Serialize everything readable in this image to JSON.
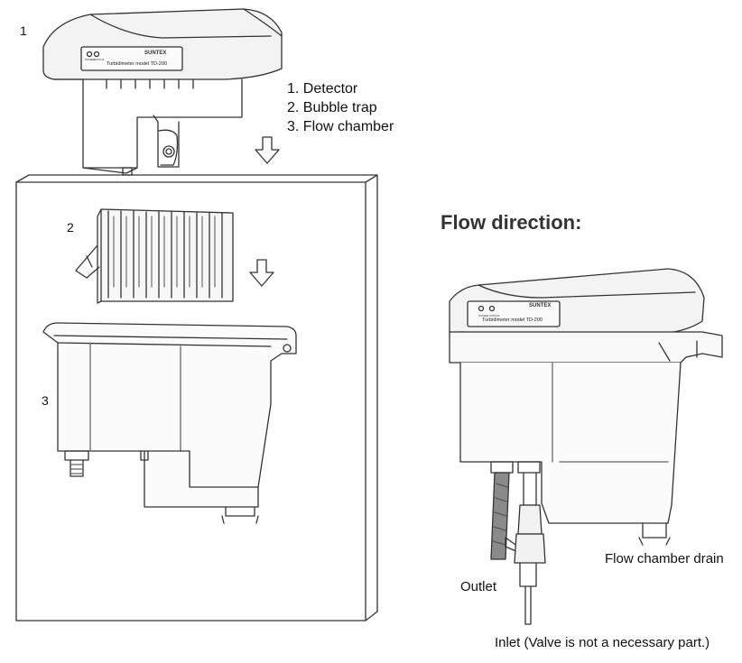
{
  "labels": {
    "detector_number": "1",
    "bubble_trap_number": "2",
    "flow_chamber_number": "3"
  },
  "legend": [
    "1. Detector",
    "2. Bubble trap",
    "3. Flow chamber"
  ],
  "detector_panel": {
    "power_label": "POWER",
    "status_label": "STATUS",
    "brand": "SUNTEX",
    "model_text": "Turbidimeter model TD-200"
  },
  "flow_title": "Flow direction:",
  "captions": {
    "outlet": "Outlet",
    "drain": "Flow chamber drain",
    "inlet": "Inlet (Valve is not a necessary part.)"
  }
}
